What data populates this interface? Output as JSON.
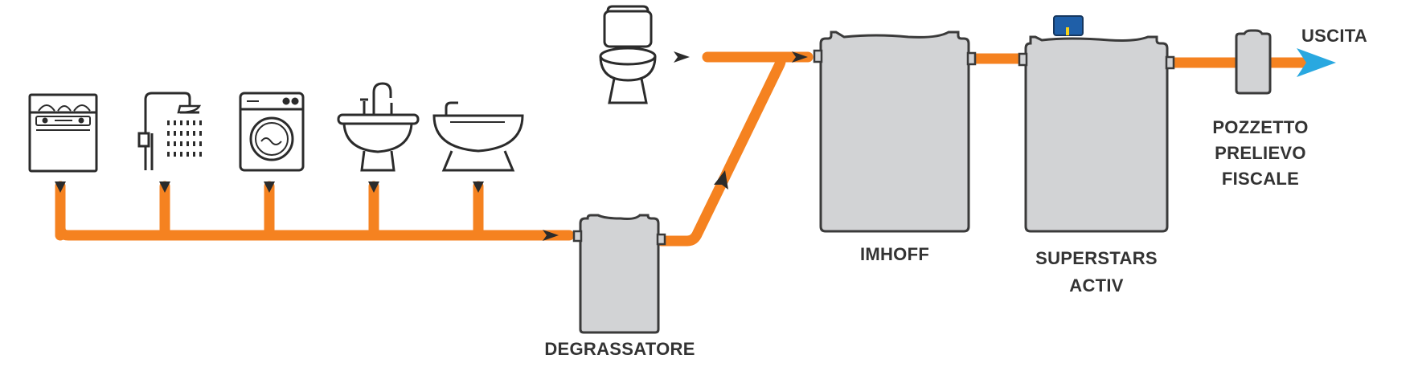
{
  "labels": {
    "degrassatore": "DEGRASSATORE",
    "imhoff": "IMHOFF",
    "superstars_line1": "SUPERSTARS",
    "superstars_line2": "ACTIV",
    "pozzetto_line1": "POZZETTO",
    "pozzetto_line2": "PRELIEVO",
    "pozzetto_line3": "FISCALE",
    "uscita": "USCITA"
  },
  "appliances": [
    "dishwasher-icon",
    "shower-icon",
    "washing-machine-icon",
    "sink-icon",
    "bidet-icon"
  ],
  "colors": {
    "pipe": "#f58220",
    "tank_fill": "#d2d3d5",
    "outline": "#3a3a3a",
    "outflow_arrow": "#29a8e0",
    "valve": "#1f5fa8",
    "text": "#333333"
  }
}
